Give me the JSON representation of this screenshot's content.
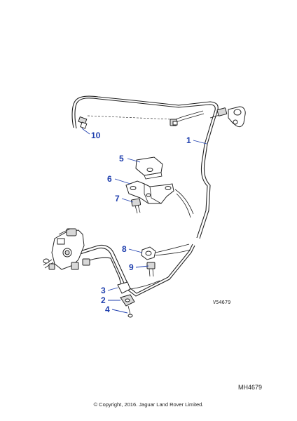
{
  "diagram": {
    "callouts": [
      "1",
      "2",
      "3",
      "4",
      "5",
      "6",
      "7",
      "8",
      "9",
      "10"
    ],
    "view_code": "V54679",
    "illustration_ref": "MH4679",
    "copyright": "© Copyright, 2016. Jaguar Land Rover Limited."
  }
}
